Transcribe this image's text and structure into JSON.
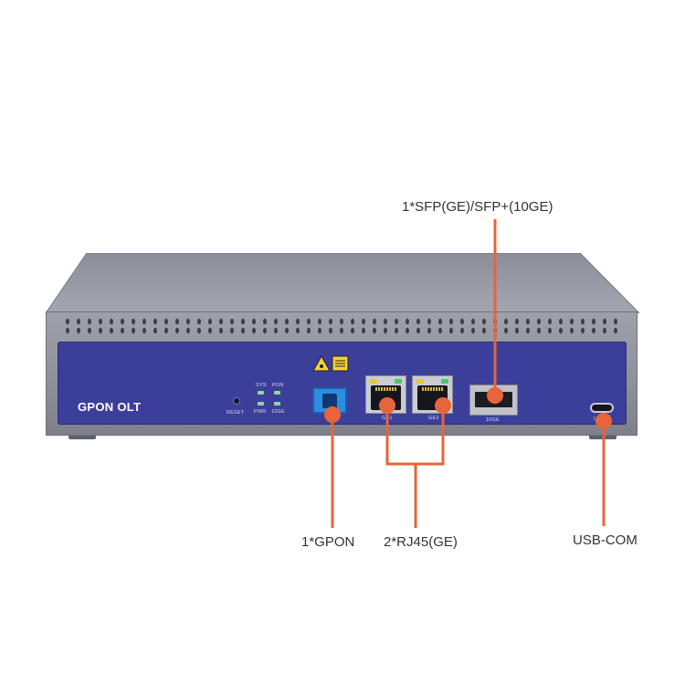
{
  "device": {
    "brand_label": "GPON OLT",
    "reset_label": "RESET",
    "led_labels": [
      "SYS",
      "PON",
      "PWR",
      "10GE"
    ],
    "port_labels": {
      "ge1": "GE1",
      "ge2": "GE2",
      "sfp": "10GE",
      "usb": "USB"
    },
    "colors": {
      "panel": "#3c3f9a",
      "chassis": "#9ea0aa",
      "gpon_port": "#2f8de0",
      "callout_line": "#e8643a",
      "led_green": "#8fd6a5"
    }
  },
  "callouts": {
    "sfp": "1*SFP(GE)/SFP+(10GE)",
    "gpon": "1*GPON",
    "rj45": "2*RJ45(GE)",
    "usb": "USB-COM"
  }
}
